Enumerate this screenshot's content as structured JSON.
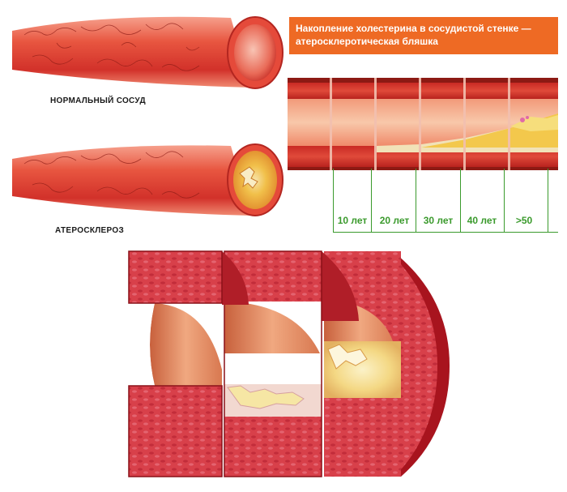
{
  "labels": {
    "normal_vessel": "НОРМАЛЬНЫЙ СОСУД",
    "atherosclerosis": "АТЕРОСКЛЕРОЗ"
  },
  "progression_panel": {
    "title_line1": "Накопление холестерина в сосудистой стенке —",
    "title_line2": "атеросклеротическая бляшка",
    "ages": [
      "10 лет",
      "20 лет",
      "30 лет",
      "40 лет",
      ">50"
    ]
  },
  "colors": {
    "title_bar": "#ee6a24",
    "age_text": "#3a9a2c",
    "vessel_red": "#d8342c",
    "vessel_light": "#f28a76",
    "plaque_yellow": "#f4c64a",
    "plaque_cream": "#f1e6c8"
  }
}
